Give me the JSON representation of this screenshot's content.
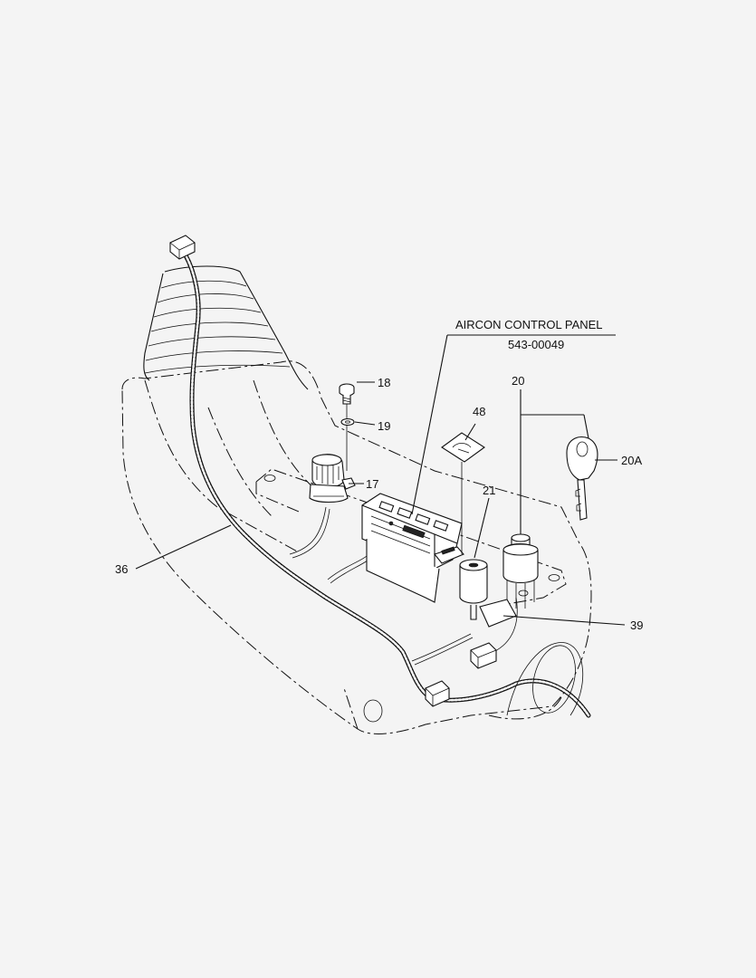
{
  "diagram": {
    "panel_title": "AIRCON CONTROL PANEL",
    "panel_part_number": "543-00049",
    "callouts": {
      "c17": "17",
      "c18": "18",
      "c19": "19",
      "c20": "20",
      "c20a": "20A",
      "c21": "21",
      "c36": "36",
      "c39": "39",
      "c48": "48"
    }
  }
}
